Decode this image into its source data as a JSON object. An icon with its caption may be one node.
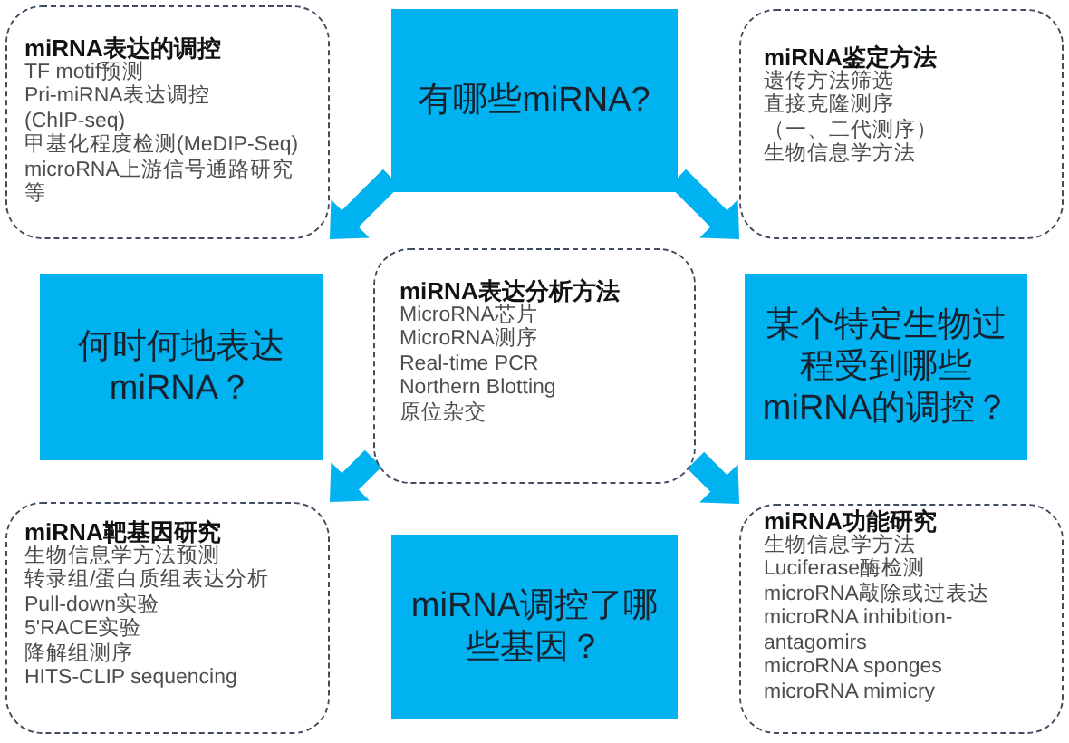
{
  "diagram": {
    "nodes": [
      {
        "text": [
          "miRNA表达的调控",
          "TF motif预测",
          "Pri-miRNA表达调控",
          "(ChIP-seq)",
          "甲基化程度检测(MeDIP-Seq)",
          "microRNA上游信号通路研究等"
        ]
      },
      {
        "text": [
          "有哪些miRNA?"
        ]
      },
      {
        "text": [
          "miRNA鉴定方法",
          "遗传方法筛选",
          "直接克隆测序",
          "（一、二代测序）",
          "生物信息学方法"
        ]
      },
      {
        "text": [
          "何时何地表达miRNA？"
        ]
      },
      {
        "text": [
          "miRNA表达分析方法",
          "MicroRNA芯片",
          "MicroRNA测序",
          "Real-time PCR",
          "Northern Blotting",
          "原位杂交"
        ]
      },
      {
        "text": [
          "某个特定生物过程受到哪些miRNA的调控？"
        ]
      },
      {
        "text": [
          "miRNA靶基因研究",
          "生物信息学方法预测",
          "转录组/蛋白质组表达分析",
          "Pull-down实验",
          "5'RACE实验",
          "降解组测序",
          "HITS-CLIP sequencing"
        ]
      },
      {
        "text": [
          "miRNA调控了哪些基因？"
        ]
      },
      {
        "text": [
          "miRNA功能研究",
          "生物信息学方法",
          "Luciferase酶检测",
          "microRNA敲除或过表达",
          "microRNA inhibition-antagomirs",
          "microRNA sponges",
          "microRNA mimicry"
        ]
      }
    ],
    "edges": [
      {
        "from": 1,
        "to": 0,
        "arrow": "to"
      },
      {
        "from": 1,
        "to": 2,
        "arrow": "to"
      },
      {
        "from": 4,
        "to": 6,
        "arrow": "to"
      },
      {
        "from": 4,
        "to": 8,
        "arrow": "to"
      }
    ]
  }
}
